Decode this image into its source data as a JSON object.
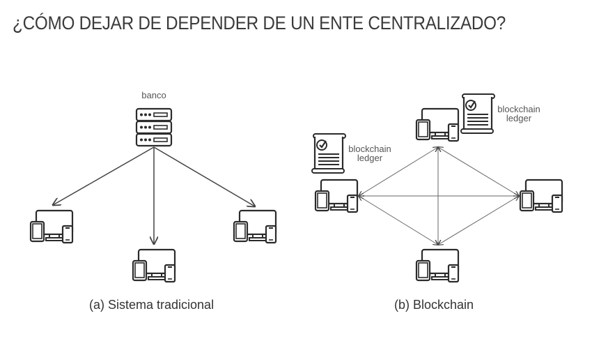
{
  "title": "¿CÓMO DEJAR DE DEPENDER DE UN ENTE CENTRALIZADO?",
  "left_diagram": {
    "caption": "(a) Sistema tradicional",
    "server_label": "banco",
    "server_icon": "server-rack-icon",
    "device_icon": "devices-icon",
    "device_count": 3
  },
  "right_diagram": {
    "caption": "(b) Blockchain",
    "ledger_label_line1": "blockchain",
    "ledger_label_line2": "ledger",
    "ledger_icon": "ledger-document-icon",
    "device_icon": "devices-icon",
    "device_count": 4
  },
  "colors": {
    "line": "#555555",
    "icon": "#2b2b2b",
    "text": "#3a3a3a"
  }
}
